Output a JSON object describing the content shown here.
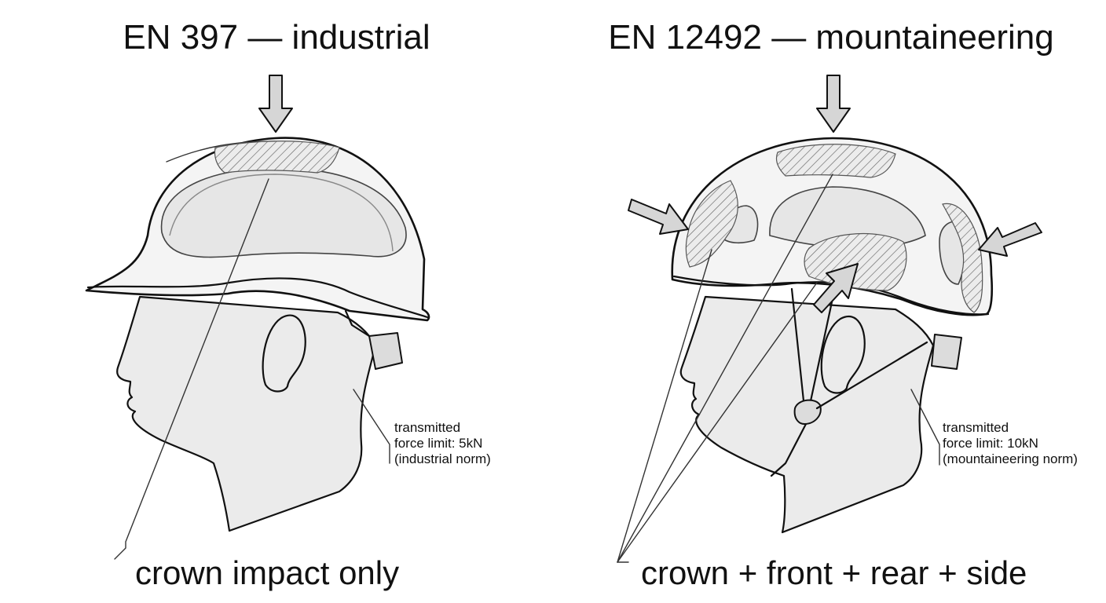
{
  "panels": [
    {
      "title": "EN 397 — industrial",
      "note_lines": [
        "transmitted",
        "force limit: 5kN",
        "(industrial norm)"
      ],
      "caption": "crown impact only"
    },
    {
      "title": "EN 12492 — mountaineering",
      "note_lines": [
        "transmitted",
        "force limit: 10kN",
        "(mountaineering norm)"
      ],
      "caption": "crown + front + rear + side"
    }
  ]
}
